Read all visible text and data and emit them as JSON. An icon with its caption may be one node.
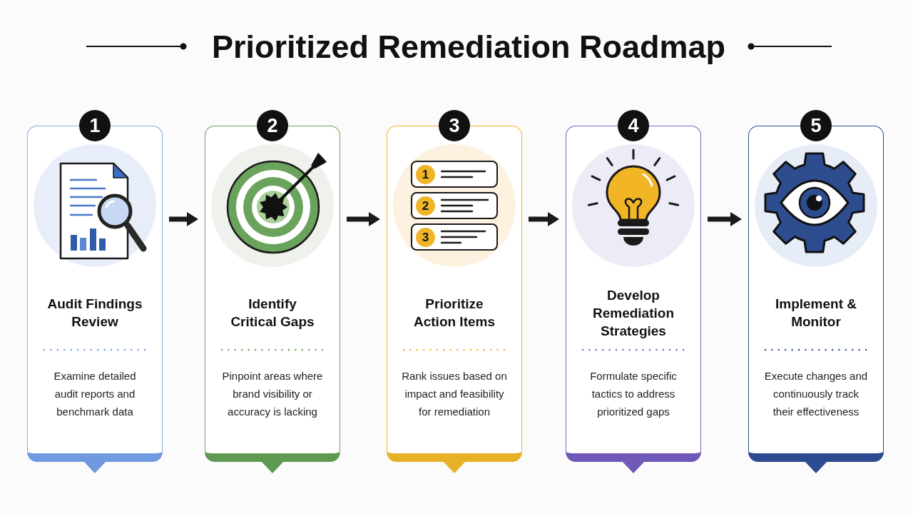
{
  "diagram": {
    "title": "Prioritized Remediation Roadmap",
    "nodes": [
      {
        "text": [
          "1"
        ]
      },
      {
        "text": [
          "Audit Findings Review",
          "Examine detailed audit reports and benchmark data"
        ]
      },
      {
        "text": [
          "2"
        ]
      },
      {
        "text": [
          "Identify Critical Gaps",
          "Pinpoint areas where brand visibility or accuracy is lacking"
        ]
      },
      {
        "text": [
          "3"
        ]
      },
      {
        "text": [
          "Prioritize Action Items",
          "Rank issues based on impact and feasibility for remediation"
        ]
      },
      {
        "text": [
          "4"
        ]
      },
      {
        "text": [
          "Develop Remediation Strategies",
          "Formulate specific tactics to address prioritized gaps"
        ]
      },
      {
        "text": [
          "5"
        ]
      },
      {
        "text": [
          "Implement & Monitor",
          "Execute changes and continuously track their effectiveness"
        ]
      }
    ],
    "edges": [
      {
        "from": 1,
        "to": 3,
        "arrow": "to"
      },
      {
        "from": 3,
        "to": 5,
        "arrow": "to"
      },
      {
        "from": 5,
        "to": 7,
        "arrow": "to"
      },
      {
        "from": 7,
        "to": 9,
        "arrow": "to"
      }
    ],
    "labels": [
      "1",
      "2",
      "3"
    ]
  }
}
